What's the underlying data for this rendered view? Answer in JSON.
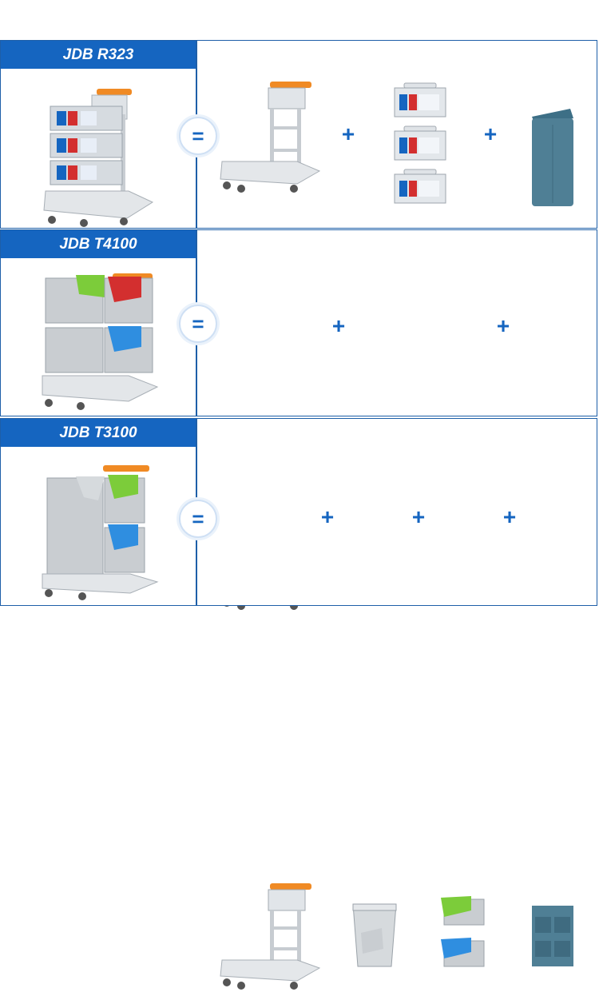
{
  "rows": [
    {
      "model": "JDB R323",
      "equals": "=",
      "plus1": "+",
      "plus2": "+"
    },
    {
      "model": "JDB T4100",
      "equals": "=",
      "plus1": "+",
      "plus2": "+"
    },
    {
      "model": "JDB T3100",
      "equals": "=",
      "plus1": "+",
      "plus2": "+",
      "plus3": "+"
    }
  ],
  "colors": {
    "accent": "#1565c0",
    "border": "#1e5fa8",
    "handle_orange": "#f08a24",
    "bin_gray": "#c8ccd0",
    "lid_red": "#d32f2f",
    "lid_green": "#7ccc3a",
    "lid_blue": "#2f8ee0",
    "bag_teal": "#4f7f95"
  },
  "icons": [
    "cleaning-trolley-image",
    "trolley-frame-image",
    "storage-box-image",
    "cloth-bag-image",
    "sorting-bin-image",
    "tall-bin-image",
    "organizer-pouch-image"
  ]
}
